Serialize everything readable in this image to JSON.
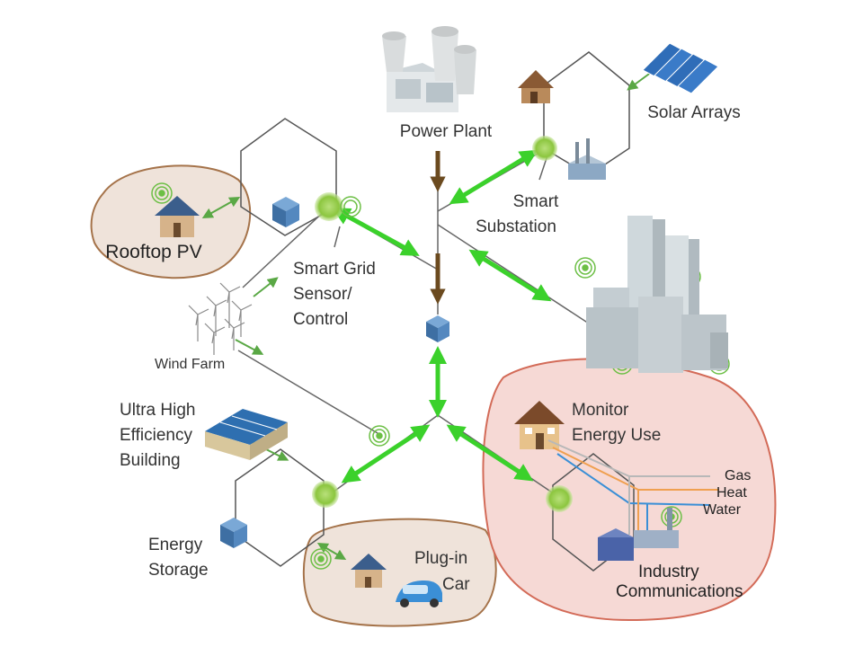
{
  "labels": {
    "power_plant": "Power Plant",
    "solar_arrays": "Solar Arrays",
    "smart_substation_1": "Smart",
    "smart_substation_2": "Substation",
    "rooftop_pv": "Rooftop PV",
    "smart_grid_1": "Smart Grid",
    "smart_grid_2": "Sensor/",
    "smart_grid_3": "Control",
    "wind_farm": "Wind Farm",
    "ultra_1": "Ultra High",
    "ultra_2": "Efficiency",
    "ultra_3": "Building",
    "energy_storage_1": "Energy",
    "energy_storage_2": "Storage",
    "plugin_car_1": "Plug-in",
    "plugin_car_2": "Car",
    "monitor_1": "Monitor",
    "monitor_2": "Energy Use",
    "gas": "Gas",
    "heat": "Heat",
    "water": "Water",
    "industry": "Industry",
    "communications": "Communications"
  },
  "colors": {
    "flow_arrow": "#3bd12b",
    "power_arrow": "#6b4a1f",
    "node_green": "#8cc63f",
    "storage_cube": "#4a7fb5",
    "rooftop_zone_fill": "#efe3da",
    "rooftop_zone_stroke": "#a5734a",
    "monitor_zone_fill": "#f6d9d5",
    "monitor_zone_stroke": "#d36b58",
    "gas_line": "#b8b8b8",
    "heat_line": "#f0a050",
    "water_line": "#3a8fd6"
  }
}
